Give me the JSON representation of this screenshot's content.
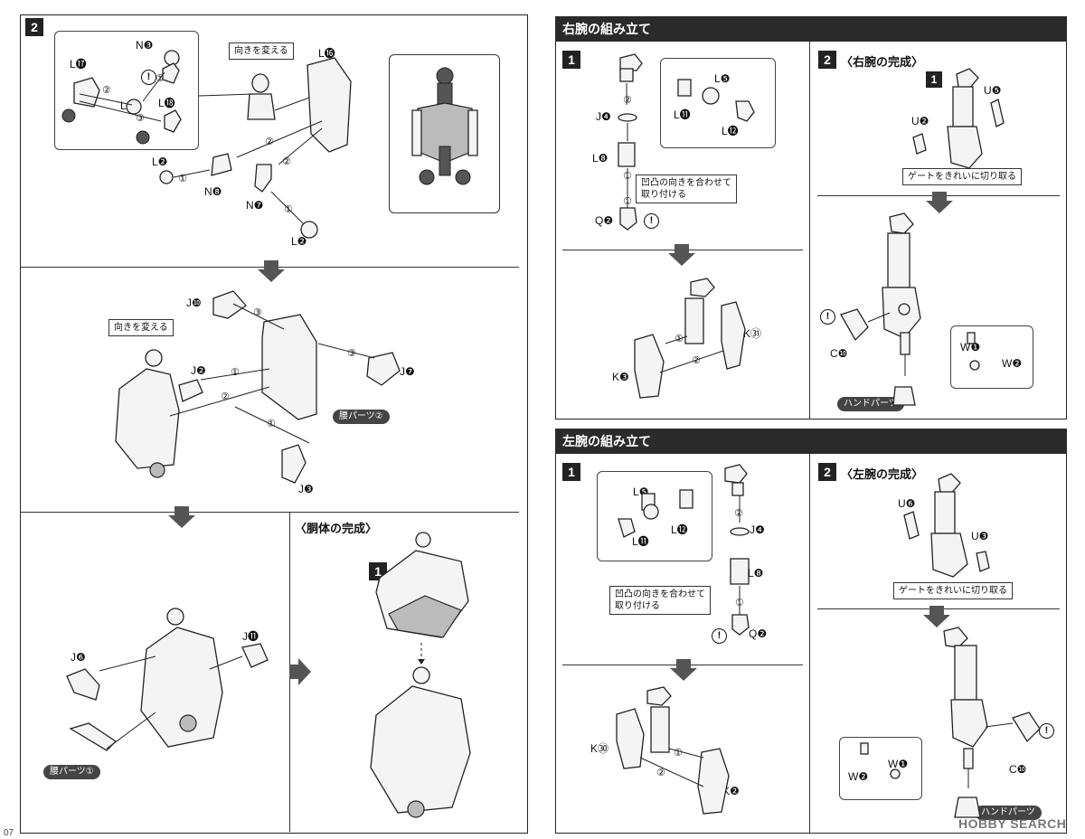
{
  "left_page": {
    "step2_number": "2",
    "step2_note": "向きを変える",
    "step2_labels": [
      "N❸",
      "L⓱",
      "L❶",
      "L⓲",
      "L⓰",
      "L❷",
      "N❽",
      "N❼",
      "L❷"
    ],
    "step2_sequence": [
      "②",
      "①",
      "③",
      "②",
      "②",
      "①",
      "①"
    ],
    "waist_note": "向きを変える",
    "waist_labels": [
      "J❿",
      "J❷",
      "J❼",
      "J❸"
    ],
    "waist_sequence": [
      "③",
      "①",
      "②",
      "③",
      "①"
    ],
    "waist_pill": "腰パーツ②",
    "bottom_labels": [
      "J❻",
      "J⓫"
    ],
    "bottom_pill": "腰パーツ①",
    "torso_title": "〈胴体の完成〉",
    "torso_step_number": "1",
    "page_number": "07"
  },
  "right_arm": {
    "header": "右腕の組み立て",
    "step1_number": "1",
    "step1_labels": [
      "L❺",
      "L⓫",
      "L⓬",
      "J❹",
      "L❽",
      "Q❷"
    ],
    "step1_sequence": [
      "②",
      "①",
      "①"
    ],
    "step1_note": "凹凸の向きを合わせて\n取り付ける",
    "step1_lower_labels": [
      "K㉛",
      "K❸"
    ],
    "step1_lower_sequence": [
      "①",
      "②"
    ],
    "step2_number": "2",
    "step2_title": "〈右腕の完成〉",
    "step2_inner_number": "1",
    "step2_labels": [
      "U❺",
      "U❷"
    ],
    "step2_gate_note": "ゲートをきれいに切り取る",
    "step2_lower_labels": [
      "W❶",
      "W❷",
      "C❿"
    ],
    "step2_pill": "ハンドパーツ"
  },
  "left_arm": {
    "header": "左腕の組み立て",
    "step1_number": "1",
    "step1_labels": [
      "L❺",
      "L⓫",
      "L⓬",
      "J❹",
      "L❽",
      "Q❷"
    ],
    "step1_sequence": [
      "②",
      "①"
    ],
    "step1_note": "凹凸の向きを合わせて\n取り付ける",
    "step1_lower_labels": [
      "K㉚",
      "K❷"
    ],
    "step1_lower_sequence": [
      "①",
      "②"
    ],
    "step2_number": "2",
    "step2_title": "〈左腕の完成〉",
    "step2_labels": [
      "U❻",
      "U❸"
    ],
    "step2_gate_note": "ゲートをきれいに切り取る",
    "step2_lower_labels": [
      "W❶",
      "W❷",
      "C❿"
    ],
    "step2_pill": "ハンドパーツ"
  },
  "watermark": "HOBBY SEARCH",
  "icons": {
    "warning": "exclamation-circle-icon",
    "step_arrow": "down-arrow-icon",
    "right_arrow": "right-arrow-icon"
  }
}
